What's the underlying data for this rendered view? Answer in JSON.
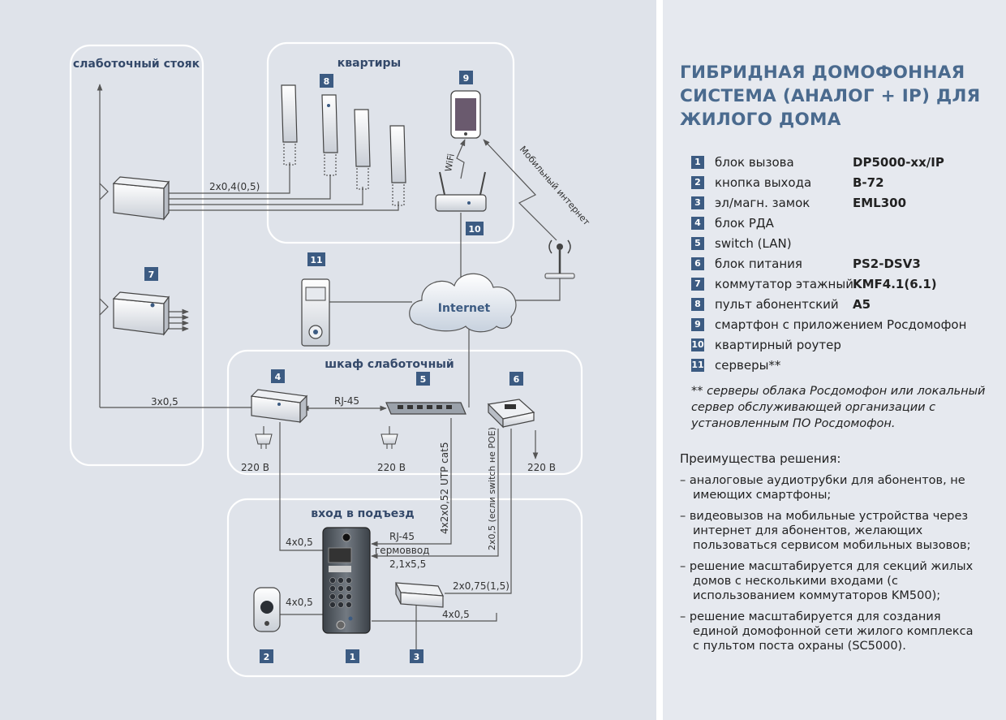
{
  "diagram": {
    "groups": {
      "riser": "слаботочный стояк",
      "apartments": "квартиры",
      "cabinet": "шкаф слаботочный",
      "entrance": "вход в подъезд"
    },
    "badges": {
      "b1": "1",
      "b2": "2",
      "b3": "3",
      "b4": "4",
      "b5": "5",
      "b6": "6",
      "b7": "7",
      "b8": "8",
      "b9": "9",
      "b10": "10",
      "b11": "11"
    },
    "cloud_label": "Internet",
    "wifi_label": "WiFi",
    "mobile_label": "Мобильный интернет",
    "cables": {
      "handsets": "2x0,4(0,5)",
      "riser_to_rda": "3x0,5",
      "rj45_cabinet": "RJ-45",
      "power_rda": "220 В",
      "power_switch": "220 В",
      "power_psu": "220 В",
      "utp": "4x2x0,52 UTP cat5",
      "psu_line": "2x0,5 (если switch не POE)",
      "call_4x05": "4x0,5",
      "rj45_entry": "RJ-45",
      "gland": "гермоввод",
      "gland_size": "2,1x5,5",
      "lock_line": "2x0,75(1,5)",
      "exit_line": "4x0,5",
      "lock_ctrl": "4x0,5"
    }
  },
  "title": "ГИБРИДНАЯ ДОМОФОННАЯ СИСТЕМА (АНАЛОГ + IP) ДЛЯ ЖИЛОГО ДОМА",
  "legend": [
    {
      "num": "1",
      "label": "блок вызова",
      "model": "DP5000-xx/IP"
    },
    {
      "num": "2",
      "label": "кнопка выхода",
      "model": "B-72"
    },
    {
      "num": "3",
      "label": "эл/магн. замок",
      "model": "EML300"
    },
    {
      "num": "4",
      "label": "блок РДА",
      "model": ""
    },
    {
      "num": "5",
      "label": "switch (LAN)",
      "model": ""
    },
    {
      "num": "6",
      "label": "блок питания",
      "model": "PS2-DSV3"
    },
    {
      "num": "7",
      "label": "коммутатор этажный",
      "model": "KMF4.1(6.1)"
    },
    {
      "num": "8",
      "label": "пульт абонентский",
      "model": "A5"
    },
    {
      "num": "9",
      "label": "смартфон с приложением Росдомофон",
      "model": ""
    },
    {
      "num": "10",
      "label": "квартирный роутер",
      "model": ""
    },
    {
      "num": "11",
      "label": "серверы**",
      "model": ""
    }
  ],
  "note": "** серверы облака Росдомофон или локальный сервер обслуживающей организации с установленным ПО Росдомофон.",
  "advantages_title": "Преимущества решения:",
  "advantages": [
    "аналоговые аудиотрубки для абонентов, не имеющих смартфоны;",
    "видеовызов на мобильные устройства через интернет для абонентов, желающих пользоваться сервисом мобильных вызовов;",
    "решение масштабируется для секций жилых домов с несколькими входами (с использованием коммутаторов KM500);",
    "решение масштабируется для создания единой домофонной сети жилого комплекса с пультом поста охраны (SC5000)."
  ]
}
